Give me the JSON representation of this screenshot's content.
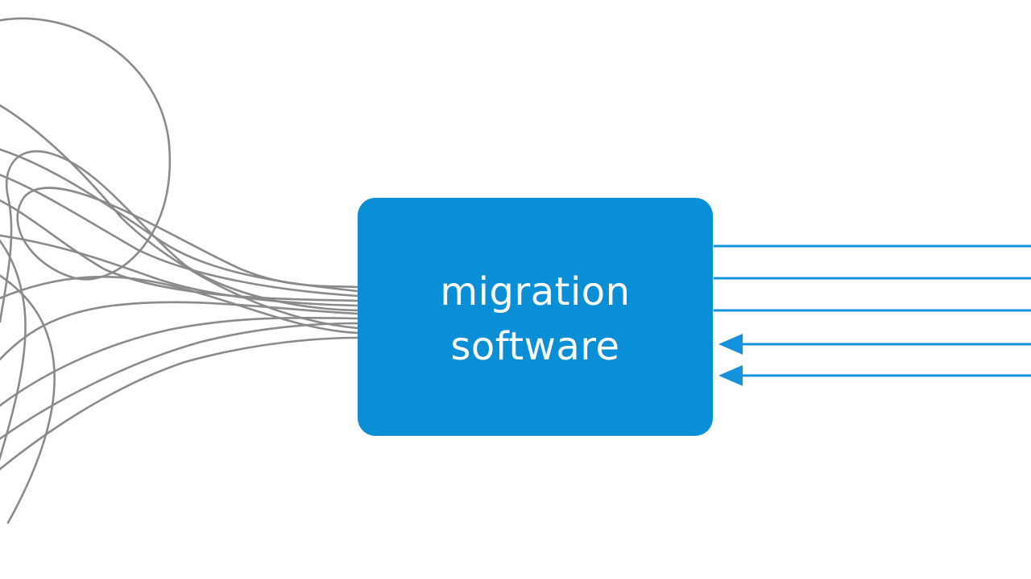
{
  "colors": {
    "background": "#ffffff",
    "box_fill": "#0a8fd6",
    "box_text": "#ffffff",
    "incoming_wires": "#8a8a8a",
    "outgoing_lines": "#1493dc"
  },
  "box": {
    "label_line1": "migration",
    "label_line2": "software"
  },
  "left_side": {
    "description_icon": "tangled-cables",
    "cable_count": 14
  },
  "right_side": {
    "lines": [
      {
        "direction": "outgoing"
      },
      {
        "direction": "outgoing"
      },
      {
        "direction": "outgoing"
      },
      {
        "direction": "incoming",
        "arrowhead": true
      },
      {
        "direction": "incoming",
        "arrowhead": true
      }
    ]
  }
}
